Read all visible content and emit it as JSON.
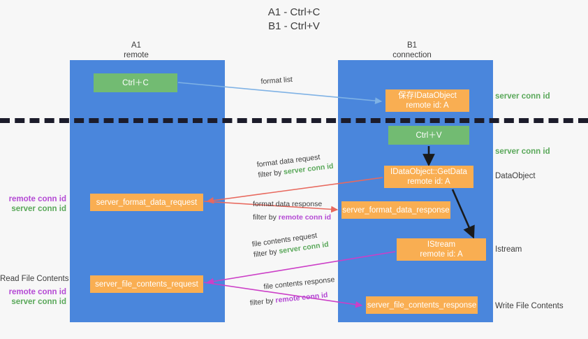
{
  "title": {
    "line1": "A1 - Ctrl+C",
    "line2": "B1 - Ctrl+V"
  },
  "columns": {
    "left": {
      "name": "A1",
      "role": "remote"
    },
    "right": {
      "name": "B1",
      "role": "connection"
    }
  },
  "colors": {
    "panel": "#4a86dc",
    "green_node": "#72bb72",
    "orange_node": "#f9ae52",
    "server_conn_id": "#5aa85a",
    "remote_conn_id": "#b44ad4",
    "arrow_format_list": "#7fb2e5",
    "arrow_format_data": "#e8695e",
    "arrow_file_contents": "#cc3fc7",
    "arrow_internal": "#1a1a1a",
    "divider": "#1c1c2b",
    "background": "#f7f7f7"
  },
  "nodes": {
    "ctrl_c": {
      "label": "Ctrl＋C",
      "type": "green"
    },
    "idataobject": {
      "line1": "保存IDataObject",
      "line2": "remote id: A",
      "type": "orange"
    },
    "ctrl_v": {
      "label": "Ctrl＋V",
      "type": "green"
    },
    "getdata": {
      "line1": "IDataObject::GetData",
      "line2": "remote id: A",
      "type": "orange"
    },
    "server_format_data_request": {
      "label": "server_format_data_request",
      "type": "orange"
    },
    "server_format_data_response": {
      "label": "server_format_data_response",
      "type": "orange"
    },
    "istream": {
      "line1": "IStream",
      "line2": "remote id: A",
      "type": "orange"
    },
    "server_file_contents_request": {
      "label": "server_file_contents_request",
      "type": "orange"
    },
    "server_file_contents_response": {
      "label": "server_file_contents_response",
      "type": "orange"
    }
  },
  "right_annotations": {
    "server_conn_id_top": "server conn id",
    "server_conn_id_mid": "server conn id",
    "dataobject": "DataObject",
    "istream": "Istream",
    "write_file_contents": "Write File Contents"
  },
  "left_annotations": {
    "remote_conn_id_1": "remote conn id",
    "server_conn_id_1": "server conn id",
    "read_file_contents": "Read File Contents",
    "remote_conn_id_2": "remote conn id",
    "server_conn_id_2": "server conn id"
  },
  "edge_labels": {
    "format_list": "format list",
    "format_data_request": "format data request",
    "format_data_request_filter_prefix": "filter by ",
    "format_data_request_filter_value": "server conn id",
    "format_data_response": "format data response",
    "format_data_response_filter_prefix": "filter by ",
    "format_data_response_filter_value": "remote conn id",
    "file_contents_request": "file contents request",
    "file_contents_request_filter_prefix": "filter by ",
    "file_contents_request_filter_value": "server conn id",
    "file_contents_response": "file contents response",
    "file_contents_response_filter_prefix": "filter by ",
    "file_contents_response_filter_value": "remote conn id"
  }
}
